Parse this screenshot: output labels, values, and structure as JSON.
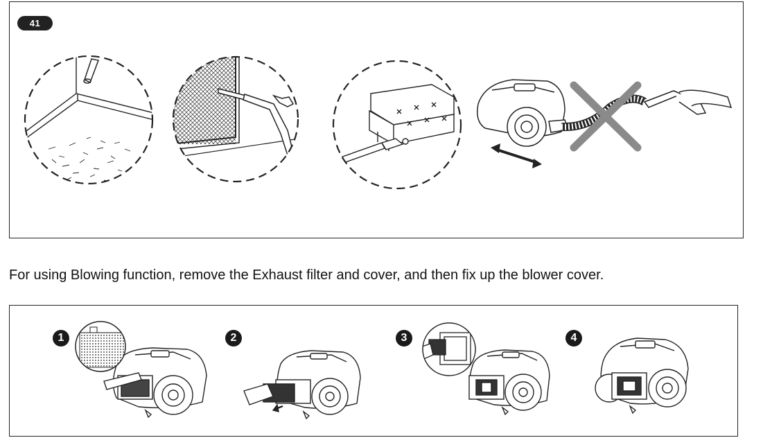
{
  "page_badge": "41",
  "instruction": "For using Blowing function, remove the Exhaust filter and cover,  and  then fix up the blower cover.",
  "top_scenes": [
    {
      "name": "floor-corner-scene",
      "icon": "crevice-tool-icon"
    },
    {
      "name": "window-screen-scene",
      "icon": "brush-tool-icon"
    },
    {
      "name": "sofa-scene",
      "icon": "upholstery-tool-icon"
    },
    {
      "name": "vacuum-hose-scene",
      "icon": "vacuum-cleaner-icon"
    }
  ],
  "steps": [
    {
      "number": "1",
      "icon": "remove-exhaust-filter-icon"
    },
    {
      "number": "2",
      "icon": "pull-out-filter-icon"
    },
    {
      "number": "3",
      "icon": "insert-blower-cover-icon"
    },
    {
      "number": "4",
      "icon": "blower-cover-fitted-icon"
    }
  ],
  "colors": {
    "ink": "#1a1a1a",
    "cross": "#8a8a8a",
    "background": "#ffffff"
  }
}
